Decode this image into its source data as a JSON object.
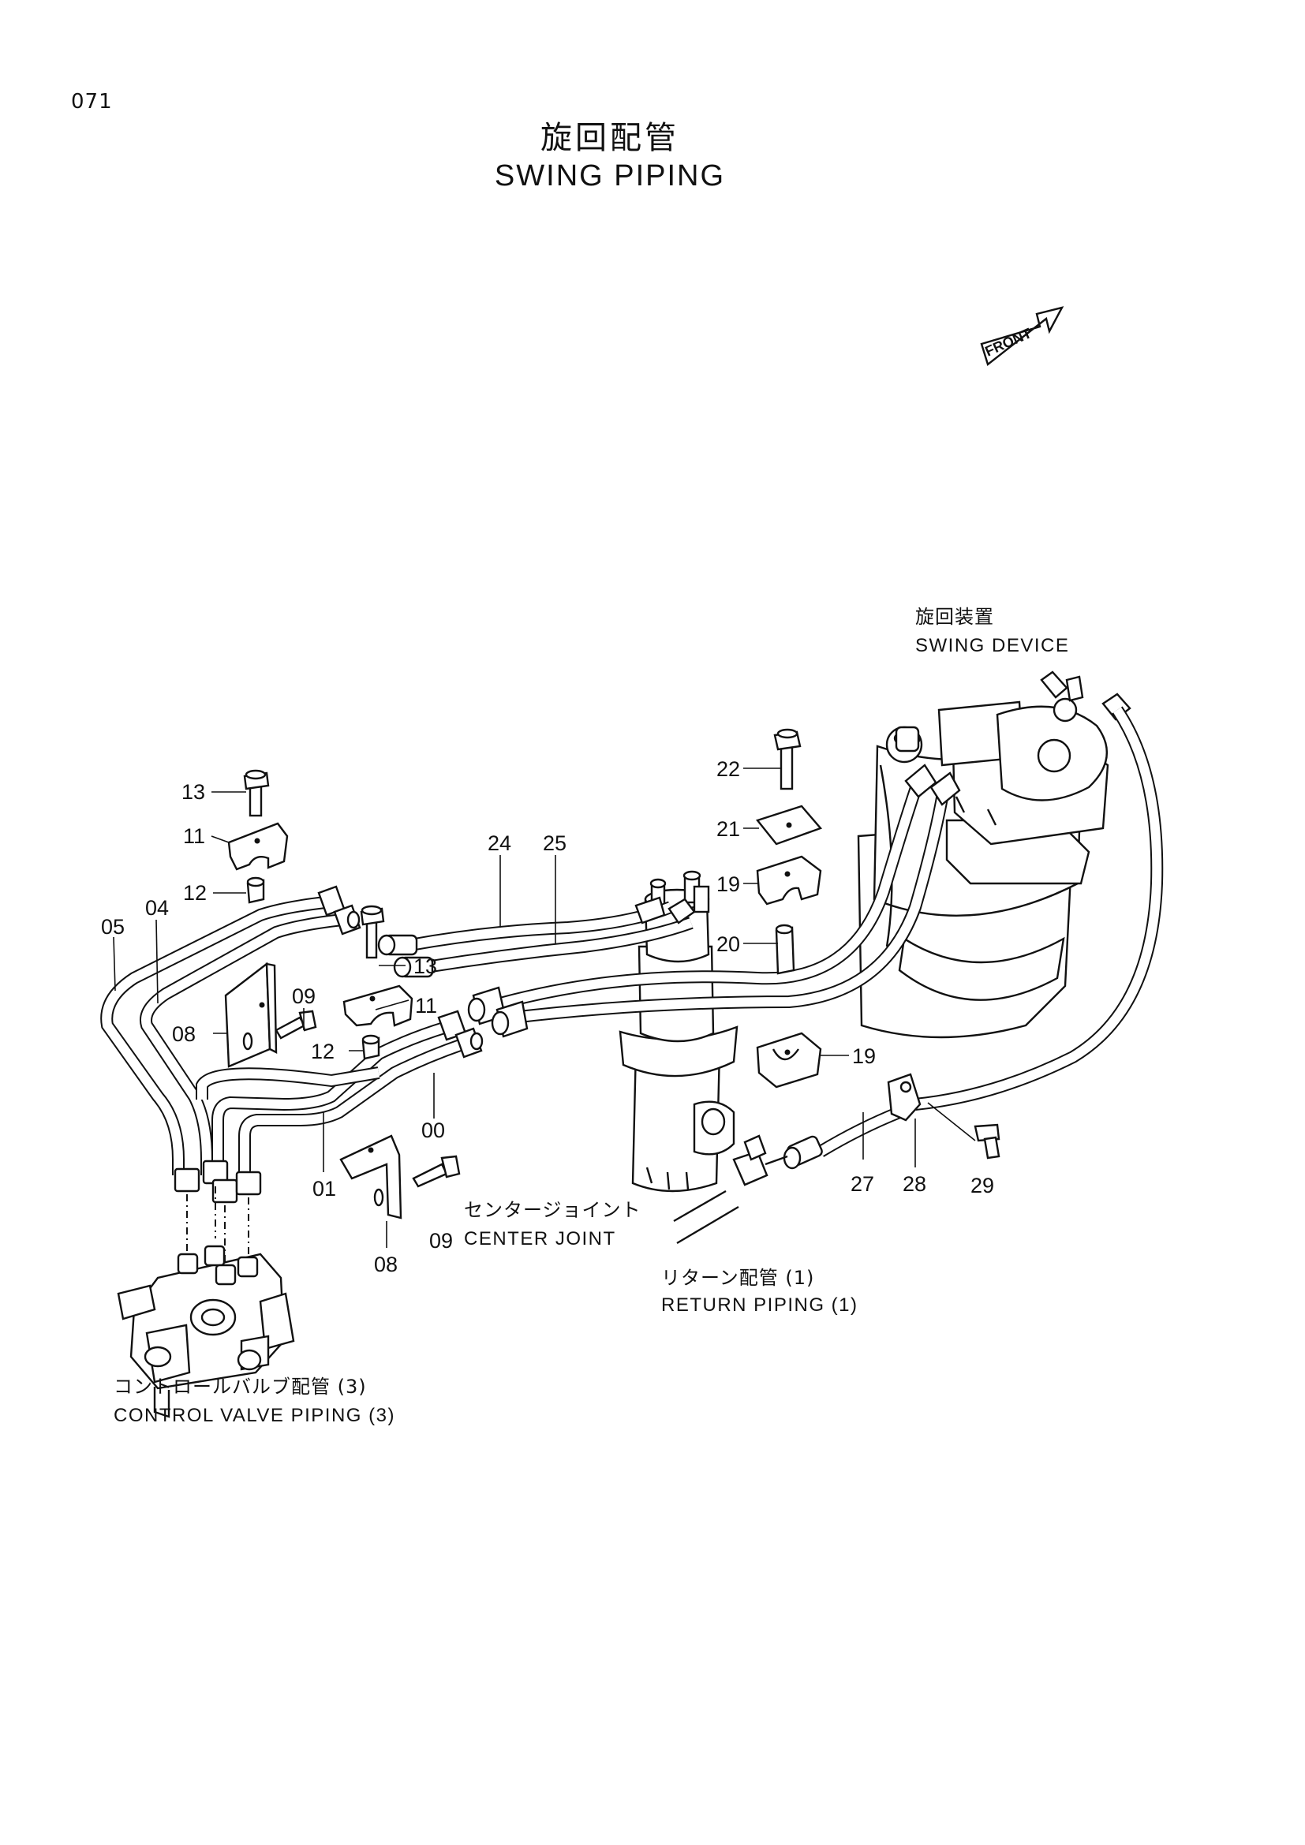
{
  "page_number": "071",
  "title": {
    "jp": "旋回配管",
    "en": "SWING PIPING"
  },
  "front_marker": "FRONT",
  "labels": {
    "swing_device": {
      "jp": "旋回装置",
      "en": "SWING DEVICE"
    },
    "center_joint": {
      "jp": "センタージョイント",
      "en": "CENTER JOINT"
    },
    "return_piping": {
      "jp": "リターン配管 (1)",
      "en": "RETURN PIPING (1)"
    },
    "control_valve_piping": {
      "jp": "コントロールバルブ配管 (3)",
      "en": "CONTROL VALVE PIPING (3)"
    }
  },
  "callouts": {
    "c13a": "13",
    "c11a": "11",
    "c12a": "12",
    "c05": "05",
    "c04": "04",
    "c09a": "09",
    "c08a": "08",
    "c13b": "13",
    "c11b": "11",
    "c12b": "12",
    "c00": "00",
    "c01": "01",
    "c08b": "08",
    "c09b": "09",
    "c24": "24",
    "c25": "25",
    "c22": "22",
    "c21": "21",
    "c19a": "19",
    "c20": "20",
    "c19b": "19",
    "c27": "27",
    "c28": "28",
    "c29": "29"
  }
}
